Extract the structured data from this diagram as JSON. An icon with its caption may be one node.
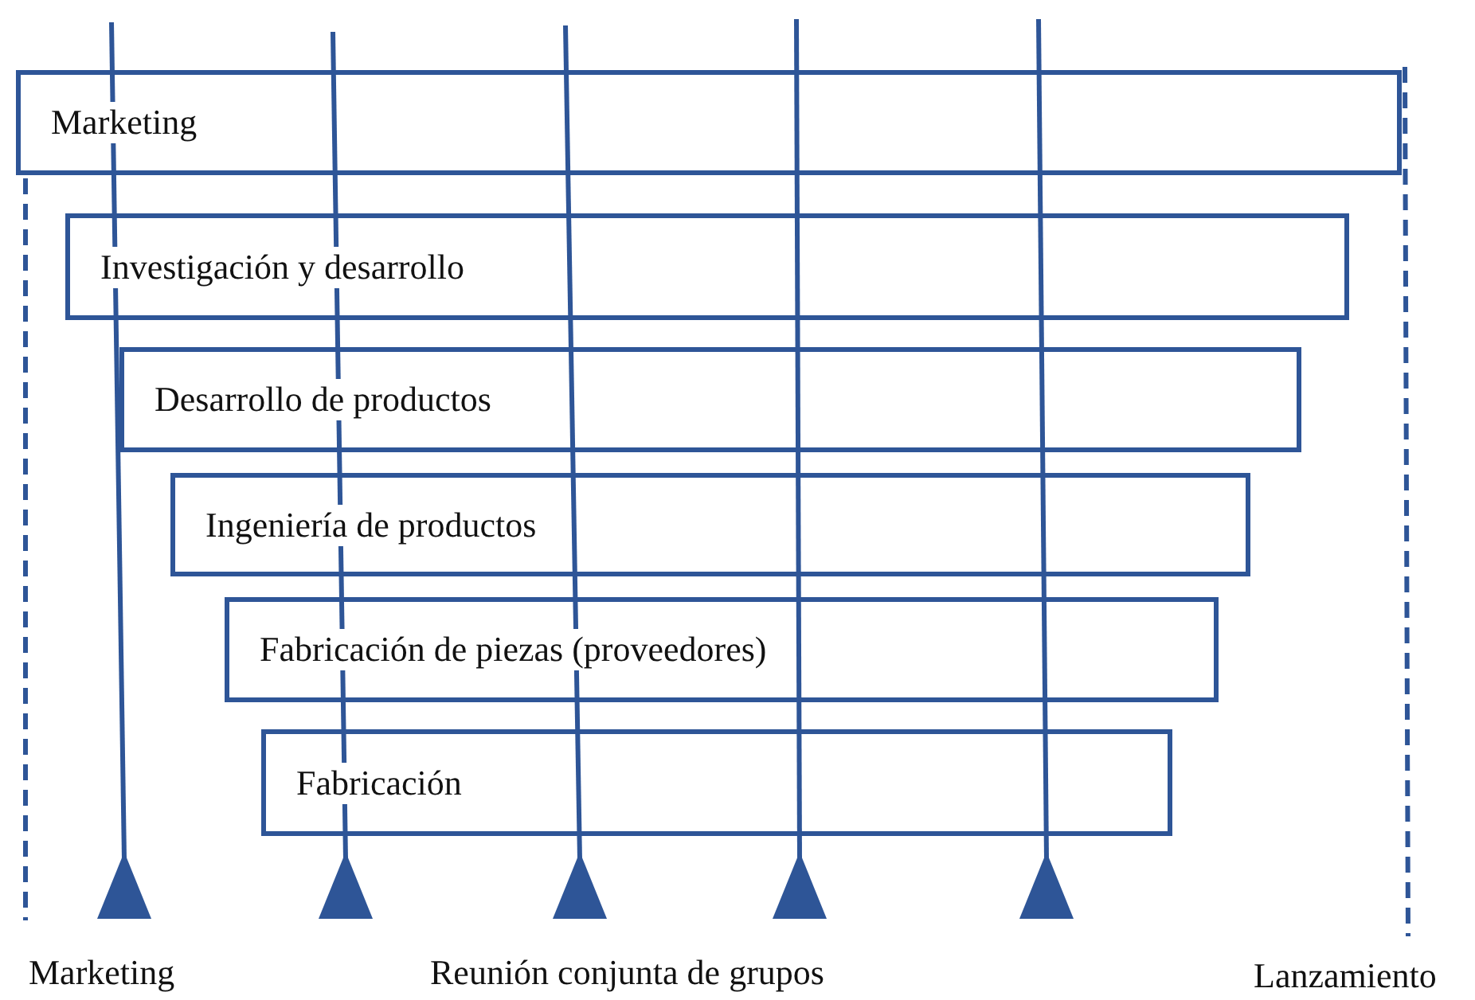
{
  "diagram": {
    "nodes": [
      {
        "text": [
          "Marketing"
        ]
      },
      {
        "text": [
          "Investigación y desarrollo"
        ]
      },
      {
        "text": [
          "Desarrollo de productos"
        ]
      },
      {
        "text": [
          "Ingeniería de productos"
        ]
      },
      {
        "text": [
          "Fabricación de piezas (proveedores)"
        ]
      },
      {
        "text": [
          "Fabricación"
        ]
      }
    ],
    "labels": [
      "Marketing",
      "Reunión conjunta de grupos",
      "Lanzamiento"
    ]
  }
}
